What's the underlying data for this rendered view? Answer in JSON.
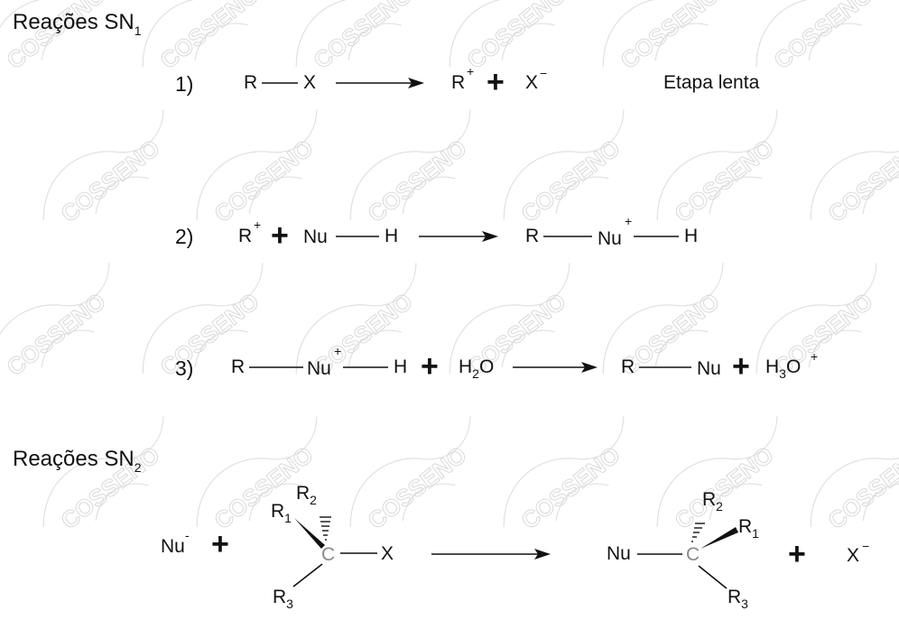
{
  "watermark": {
    "text": "COSSENO"
  },
  "sn1": {
    "title": "Reações SN",
    "title_sub": "1",
    "step1": {
      "number": "1)",
      "reactant": {
        "r": "R",
        "x": "X"
      },
      "products": {
        "r": "R",
        "r_charge": "+",
        "plus": "+",
        "x": "X",
        "x_charge": "−"
      },
      "note": "Etapa lenta"
    },
    "step2": {
      "number": "2)",
      "reactants": {
        "r": "R",
        "r_charge": "+",
        "plus": "+",
        "nu": "Nu",
        "h": "H"
      },
      "product": {
        "r": "R",
        "nu": "Nu",
        "nu_charge": "+",
        "h": "H"
      }
    },
    "step3": {
      "number": "3)",
      "reactants": {
        "r": "R",
        "nu": "Nu",
        "nu_charge": "+",
        "h": "H",
        "plus": "+",
        "water_h": "H",
        "water_sub": "2",
        "water_o": "O"
      },
      "products": {
        "r": "R",
        "nu": "Nu",
        "plus": "+",
        "hydronium_h": "H",
        "hydronium_sub": "3",
        "hydronium_o": "O",
        "hydronium_charge": "+"
      }
    }
  },
  "sn2": {
    "title": "Reações SN",
    "title_sub": "2",
    "nucleophile": {
      "nu": "Nu",
      "charge": "-"
    },
    "plus1": "+",
    "substrate": {
      "r1": "R",
      "r1_sub": "1",
      "r2": "R",
      "r2_sub": "2",
      "r3": "R",
      "r3_sub": "3",
      "carbon": "C",
      "x": "X"
    },
    "product": {
      "nu": "Nu",
      "carbon": "C",
      "r1": "R",
      "r1_sub": "1",
      "r2": "R",
      "r2_sub": "2",
      "r3": "R",
      "r3_sub": "3"
    },
    "plus2": "+",
    "leaving": {
      "x": "X",
      "charge": "−"
    }
  },
  "colors": {
    "ink": "#111111",
    "carbon": "#8a8a8a",
    "watermark": "#c0c0c0"
  }
}
